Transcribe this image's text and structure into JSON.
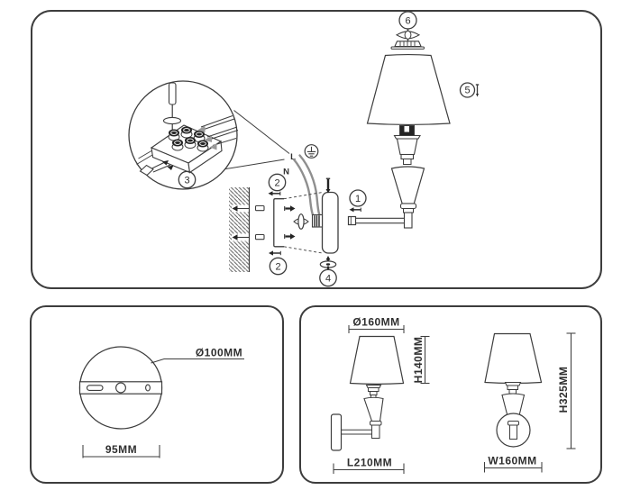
{
  "assembly_panel": {
    "callouts": {
      "step1": "1",
      "step2": "2",
      "step3": "3",
      "step4": "4",
      "step5": "5",
      "step6": "6"
    },
    "wire_labels": {
      "live": "L",
      "neutral": "N"
    }
  },
  "mounting_plate_panel": {
    "plate_diameter": "Ø100MM",
    "hole_spacing": "95MM"
  },
  "dimensions_panel": {
    "side_view": {
      "shade_diameter": "Ø160MM",
      "shade_height": "H140MM",
      "projection_length": "L210MM"
    },
    "front_view": {
      "fixture_width": "W160MM",
      "fixture_height": "H325MM"
    }
  },
  "colors": {
    "line": "#3d3d3d",
    "wire": "#8f8f8f",
    "fill_black": "#242424",
    "background": "#ffffff"
  }
}
